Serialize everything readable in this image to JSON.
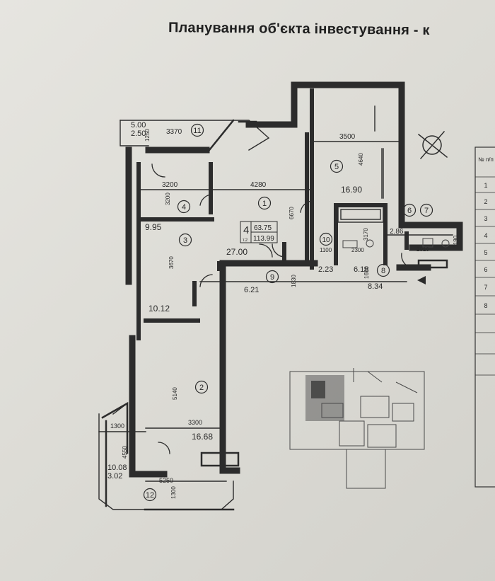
{
  "title": "Планування об'єкта інвестування - к",
  "apartment": {
    "rooms_count": "4",
    "living_area": "63.75",
    "total_area": "113.99",
    "level_label": "т.2"
  },
  "rooms": [
    {
      "num": "1",
      "area": "27.00"
    },
    {
      "num": "2",
      "area": "16.68"
    },
    {
      "num": "3",
      "area": "10.12"
    },
    {
      "num": "4",
      "area": "9.95"
    },
    {
      "num": "5",
      "area": "16.90"
    },
    {
      "num": "6",
      "area": "2.86"
    },
    {
      "num": "7",
      "area": ""
    },
    {
      "num": "8",
      "area": "8.34"
    },
    {
      "num": "9",
      "area": "6.21"
    },
    {
      "num": "10",
      "area": "2.23"
    },
    {
      "num": "11",
      "area": "5.00"
    },
    {
      "num": "12",
      "area": "10.08"
    }
  ],
  "extra_areas": {
    "bath": "6.18",
    "balcony_11_reduced": "2.50",
    "balcony_12_reduced": "3.02"
  },
  "dimensions": [
    "3370",
    "1250",
    "3200",
    "4280",
    "3500",
    "4640",
    "3200",
    "6670",
    "3670",
    "5140",
    "3300",
    "1300",
    "4550",
    "5250",
    "1300",
    "1830",
    "1650",
    "1100",
    "2300",
    "3170",
    "2910",
    "1190"
  ],
  "table_numbers": [
    "1",
    "2",
    "3",
    "4",
    "5",
    "6",
    "7",
    "8"
  ],
  "table_header": "№ п/п"
}
